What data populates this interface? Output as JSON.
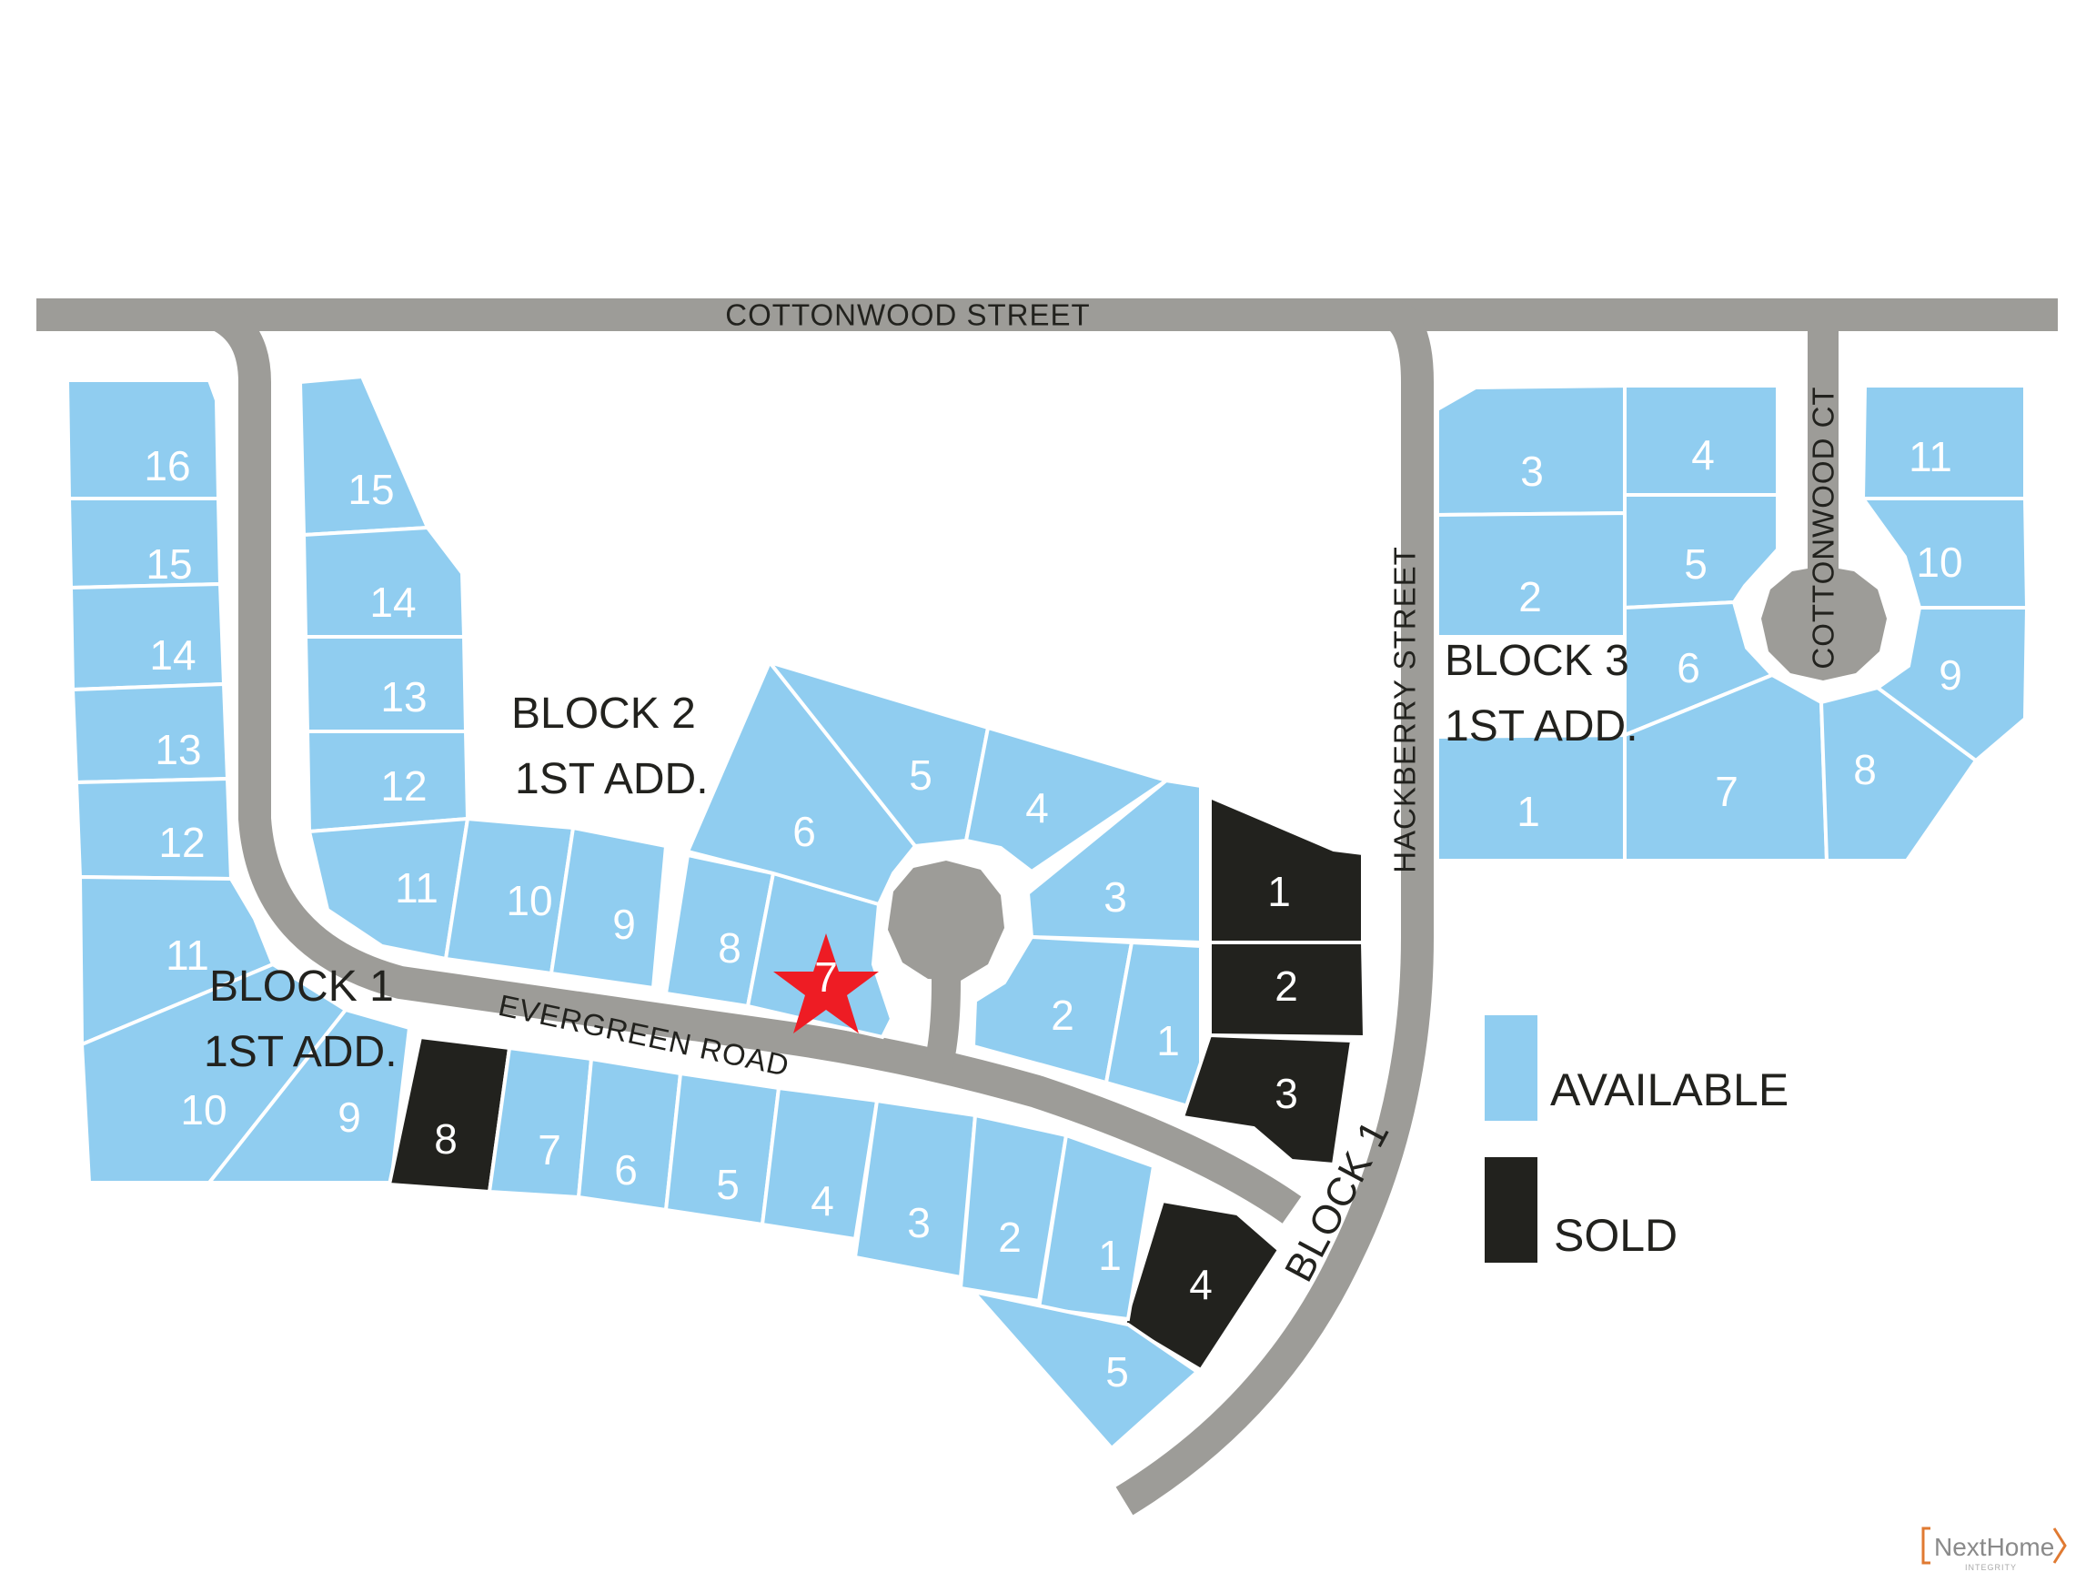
{
  "map": {
    "roads": {
      "cottonwood_street": "COTTONWOOD STREET",
      "cottonwood_ct": "COTTONWOOD CT",
      "hackberry_street": "HACKBERRY STREET",
      "evergreen_road": "EVERGREEN ROAD",
      "block_1": "BLOCK 1"
    },
    "blocks": {
      "block1_line1": "BLOCK 1",
      "block1_line2": "1ST ADD.",
      "block2_line1": "BLOCK 2",
      "block2_line2": "1ST ADD.",
      "block3_line1": "BLOCK 3",
      "block3_line2": "1ST ADD."
    },
    "lots": {
      "b1_16": "16",
      "b1_15": "15",
      "b1_14": "14",
      "b1_13": "13",
      "b1_12": "12",
      "b1_11": "11",
      "b1_10": "10",
      "b1_9": "9",
      "b1_8": "8",
      "b2_15": "15",
      "b2_14": "14",
      "b2_13": "13",
      "b2_12": "12",
      "b2_11": "11",
      "b2_10": "10",
      "b2_9": "9",
      "b2_8": "8",
      "b2_7": "7",
      "b2_6": "6",
      "b2_5": "5",
      "b2_4": "4",
      "b2_3": "3",
      "b2_2": "2",
      "b2_1": "1",
      "b3_3": "3",
      "b3_4": "4",
      "b3_2": "2",
      "b3_5": "5",
      "b3_6": "6",
      "b3_1": "1",
      "b3_7": "7",
      "b3_8": "8",
      "b3_9": "9",
      "b3_10": "10",
      "b3_11": "11",
      "e_1": "1",
      "e_2": "2",
      "e_3": "3",
      "e_4": "4",
      "s_7": "7",
      "s_6": "6",
      "s_5": "5",
      "s_4": "4",
      "s_3": "3",
      "s_2": "2",
      "s_1": "1",
      "s_5b": "5"
    },
    "colors": {
      "available": "#90cdf0",
      "sold": "#22221e",
      "road": "#9d9c98",
      "highlight_star": "#ee1c24"
    }
  },
  "legend": {
    "available_label": "AVAILABLE",
    "sold_label": "SOLD"
  },
  "branding": {
    "name": "NextHome",
    "sub": "INTEGRITY"
  }
}
